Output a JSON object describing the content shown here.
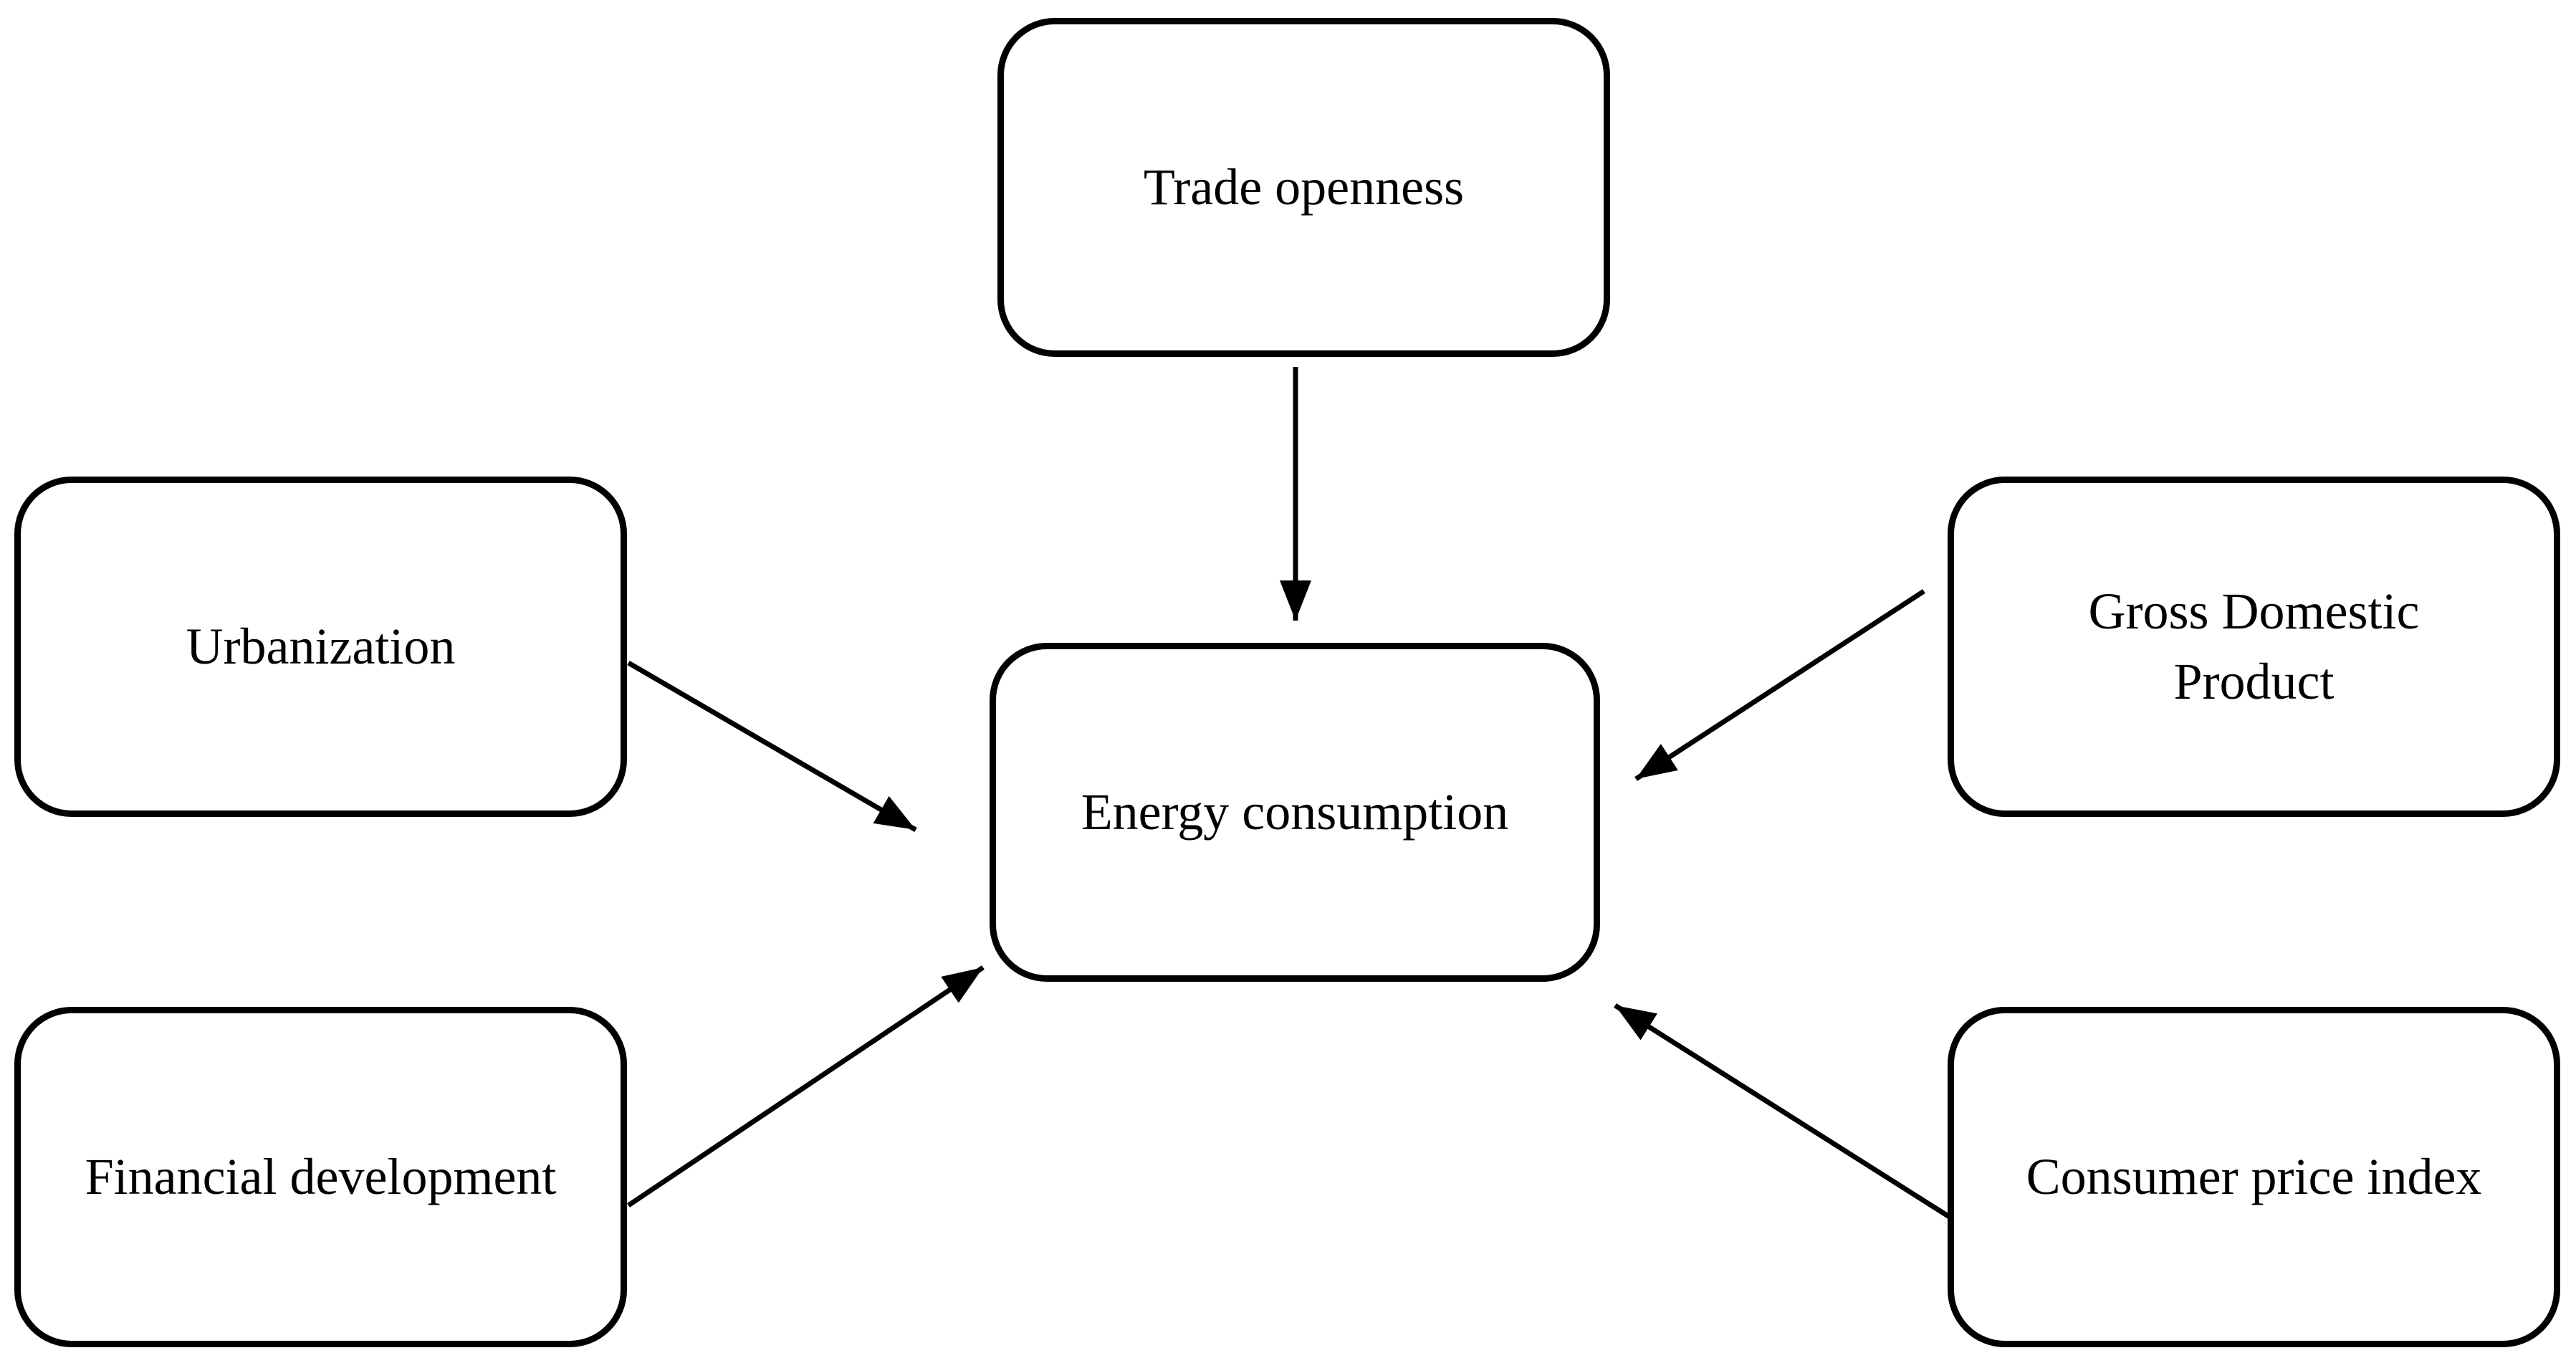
{
  "diagram": {
    "type": "concept-diagram",
    "nodes": {
      "center": {
        "label": "Energy consumption"
      },
      "trade": {
        "label": "Trade openness"
      },
      "urbanization": {
        "label": "Urbanization"
      },
      "financial": {
        "label": "Financial development"
      },
      "gdp": {
        "label": "Gross Domestic Product"
      },
      "cpi": {
        "label": "Consumer price index"
      }
    },
    "edges": [
      {
        "from": "trade",
        "to": "center"
      },
      {
        "from": "urbanization",
        "to": "center"
      },
      {
        "from": "financial",
        "to": "center"
      },
      {
        "from": "gdp",
        "to": "center"
      },
      {
        "from": "cpi",
        "to": "center"
      }
    ],
    "colors": {
      "background": "#ffffff",
      "box_fill": "#ffffff",
      "box_border": "#000000",
      "arrow": "#000000",
      "text": "#000000"
    }
  }
}
